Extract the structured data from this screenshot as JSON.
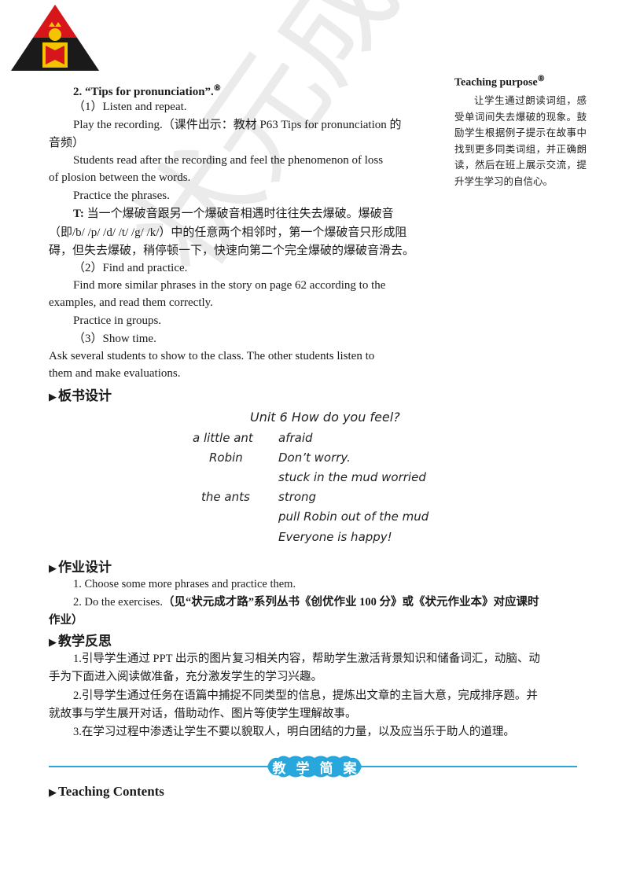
{
  "sidebar": {
    "title": "Teaching purpose",
    "note_mark": "⑧",
    "text": "让学生通过朗读词组，感受单词间失去爆破的现象。鼓励学生根据例子提示在故事中找到更多同类词组，并正确朗读，然后在班上展示交流，提升学生学习的自信心。"
  },
  "main": {
    "tips_heading": "2. “Tips for pronunciation”.",
    "tips_mark": "⑧",
    "step1": "（1）Listen and repeat.",
    "play_line1": "Play the recording.（课件出示：教材 P63 Tips for pronunciation 的",
    "play_line2": "音频）",
    "students_line1": "Students read after the recording and feel the phenomenon of loss",
    "students_line2": "of plosion between the words.",
    "practice_phrases": "Practice the phrases.",
    "t_label": "T:",
    "t_line1": " 当一个爆破音跟另一个爆破音相遇时往往失去爆破。爆破音",
    "t_line2": "（即/b/ /p/ /d/ /t/ /g/ /k/）中的任意两个相邻时，第一个爆破音只形成阻",
    "t_line3": "碍，但失去爆破，稍停顿一下，快速向第二个完全爆破的爆破音滑去。",
    "step2": "（2）Find and practice.",
    "find_line1": "Find more similar phrases in the story on page 62 according to the",
    "find_line2": "examples, and read them correctly.",
    "practice_groups": "Practice in groups.",
    "step3": "（3）Show time.",
    "ask_line1": "Ask  several  students  to  show  to  the  class.  The  other  students  listen  to",
    "ask_line2": "them and make evaluations."
  },
  "board": {
    "heading": "板书设计",
    "title": "Unit 6   How do you feel?",
    "left": [
      "a little ant",
      "Robin",
      "the ants"
    ],
    "right": [
      "afraid",
      "Don’t worry.",
      "stuck in the mud    worried",
      "strong",
      "pull Robin out of the mud",
      "Everyone is happy!"
    ]
  },
  "homework": {
    "heading": "作业设计",
    "item1": "1. Choose some more phrases and practice them.",
    "item2_a": "2. Do the exercises.",
    "item2_b": "（见“状元成才路”系列丛书《创优作业 100 分》或《状元作业本》对应课时",
    "item2_c": "作业）"
  },
  "reflection": {
    "heading": "教学反思",
    "p1_line1": "1.引导学生通过 PPT 出示的图片复习相关内容，帮助学生激活背景知识和储备词汇，动脑、动",
    "p1_line2": "手为下面进入阅读做准备，充分激发学生的学习兴趣。",
    "p2_line1": "2.引导学生通过任务在语篇中捕捉不同类型的信息，提炼出文章的主旨大意，完成排序题。并",
    "p2_line2": "就故事与学生展开对话，借助动作、图片等使学生理解故事。",
    "p3": "3.在学习过程中渗透让学生不要以貌取人，明白团结的力量，以及应当乐于助人的道理。"
  },
  "banner": {
    "chars": [
      "教",
      "学",
      "简",
      "案"
    ]
  },
  "teaching_contents": "Teaching Contents",
  "watermark": "状元成才路",
  "colors": {
    "banner_blue": "#27a7dc",
    "logo_red": "#d7161c",
    "logo_black": "#1a1a1a",
    "logo_yellow": "#f5c400"
  }
}
